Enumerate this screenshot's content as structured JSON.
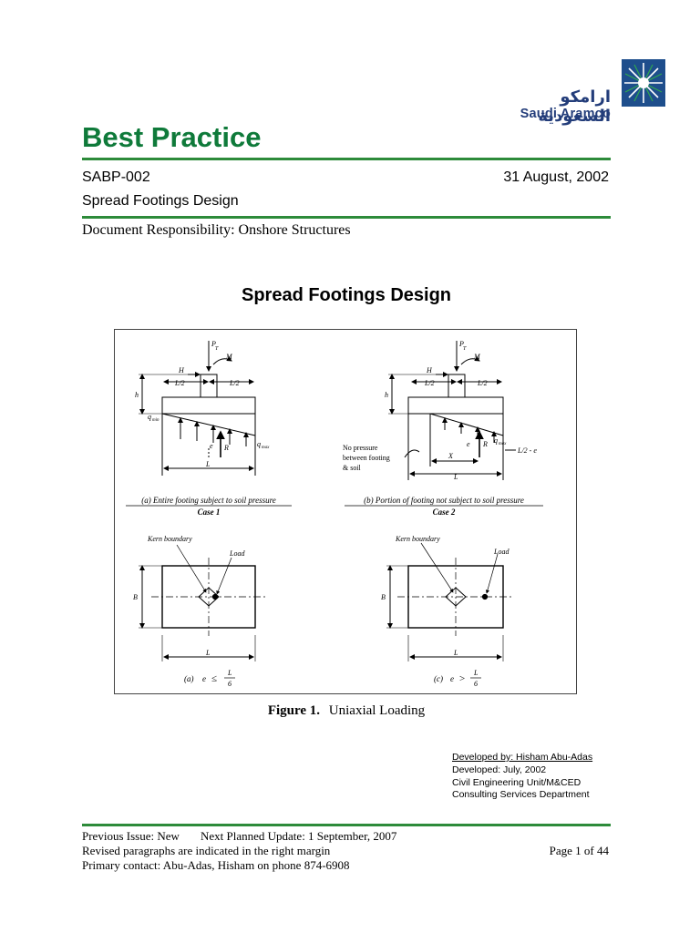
{
  "logo": {
    "arabic": "ارامكو السعودية",
    "english": "Saudi Aramco",
    "color": "#233d7a"
  },
  "header": {
    "title": "Best Practice",
    "code": "SABP-002",
    "date": "31 August, 2002",
    "subtitle": "Spread Footings Design",
    "responsibility": "Document Responsibility: Onshore Structures",
    "accent_color": "#0f7a3a"
  },
  "page_heading": "Spread Footings Design",
  "figure": {
    "labels": {
      "pt": "P",
      "pt_sub": "T",
      "m": "M",
      "h_force": "H",
      "h_dim": "h",
      "half_l": "L/2",
      "qmin": "q",
      "qmin_sub": "min",
      "qmax": "q",
      "qmax_sub": "max",
      "r": "R",
      "e": "e",
      "l": "L",
      "x": "X",
      "l2e": "L/2 - e",
      "b": "B",
      "no_pressure_1": "No pressure",
      "no_pressure_2": "between footing",
      "no_pressure_3": "& soil",
      "kern": "Kern boundary",
      "load": "Load",
      "half_l_left": "L/2",
      "half_l_right": "L/2"
    },
    "case1_caption": "(a) Entire footing subject to soil pressure",
    "case1_name": "Case 1",
    "case2_caption": "(b) Portion of footing not subject to soil pressure",
    "case2_name": "Case 2",
    "cond_a_prefix": "(a)",
    "cond_a_op": "≤",
    "cond_c_prefix": "(c)",
    "cond_c_op": ">",
    "frac_num": "L",
    "frac_den": "6"
  },
  "figure_caption": {
    "label": "Figure 1.",
    "text": "Uniaxial Loading"
  },
  "credits": {
    "developed_by": "Developed by: Hisham Abu-Adas",
    "developed": "Developed: July, 2002",
    "unit": "Civil Engineering Unit/M&CED",
    "department": "Consulting Services Department"
  },
  "footer": {
    "previous_issue": "Previous Issue: New",
    "next_update": "Next Planned Update: 1 September, 2007",
    "revised": "Revised paragraphs are indicated in the right margin",
    "contact": "Primary contact: Abu-Adas, Hisham on phone 874-6908",
    "page": "Page 1 of 44"
  }
}
